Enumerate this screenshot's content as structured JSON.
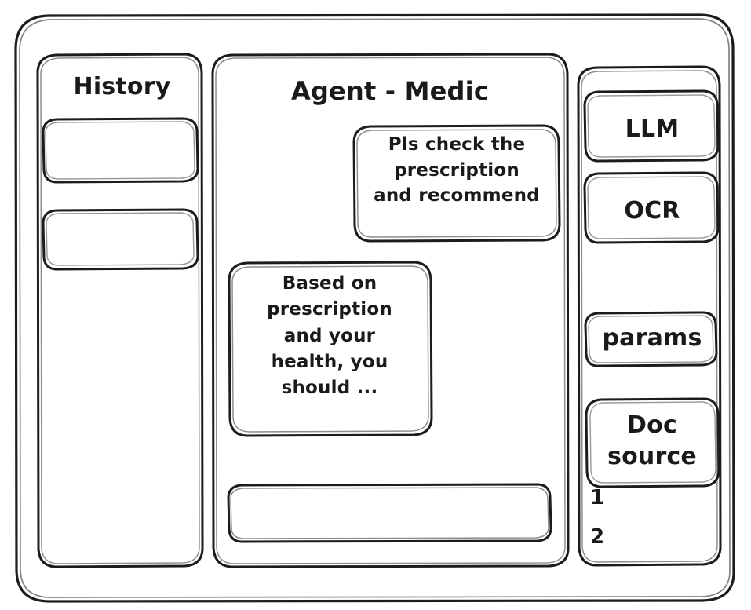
{
  "style": {
    "background": "#ffffff",
    "stroke": "#1c1c1c",
    "text_color": "#1a1a1a",
    "look": "hand-drawn-wireframe"
  },
  "window": {
    "frame_label": "app-window-frame"
  },
  "sidebar_left": {
    "title": "History",
    "items": [
      {
        "label": ""
      },
      {
        "label": ""
      }
    ]
  },
  "main": {
    "title": "Agent - Medic",
    "messages": [
      {
        "role": "user",
        "text": "Pls check the\nprescription\nand recommend"
      },
      {
        "role": "assistant",
        "text": "Based on\nprescription\nand your\nhealth, you\nshould ..."
      }
    ],
    "composer": {
      "value": "",
      "placeholder": ""
    }
  },
  "sidebar_right": {
    "tools": [
      {
        "label": "LLM"
      },
      {
        "label": "OCR"
      },
      {
        "label": "params"
      },
      {
        "label": "Doc\nsource"
      }
    ],
    "doc_sources": [
      {
        "label": "1"
      },
      {
        "label": "2"
      }
    ]
  }
}
